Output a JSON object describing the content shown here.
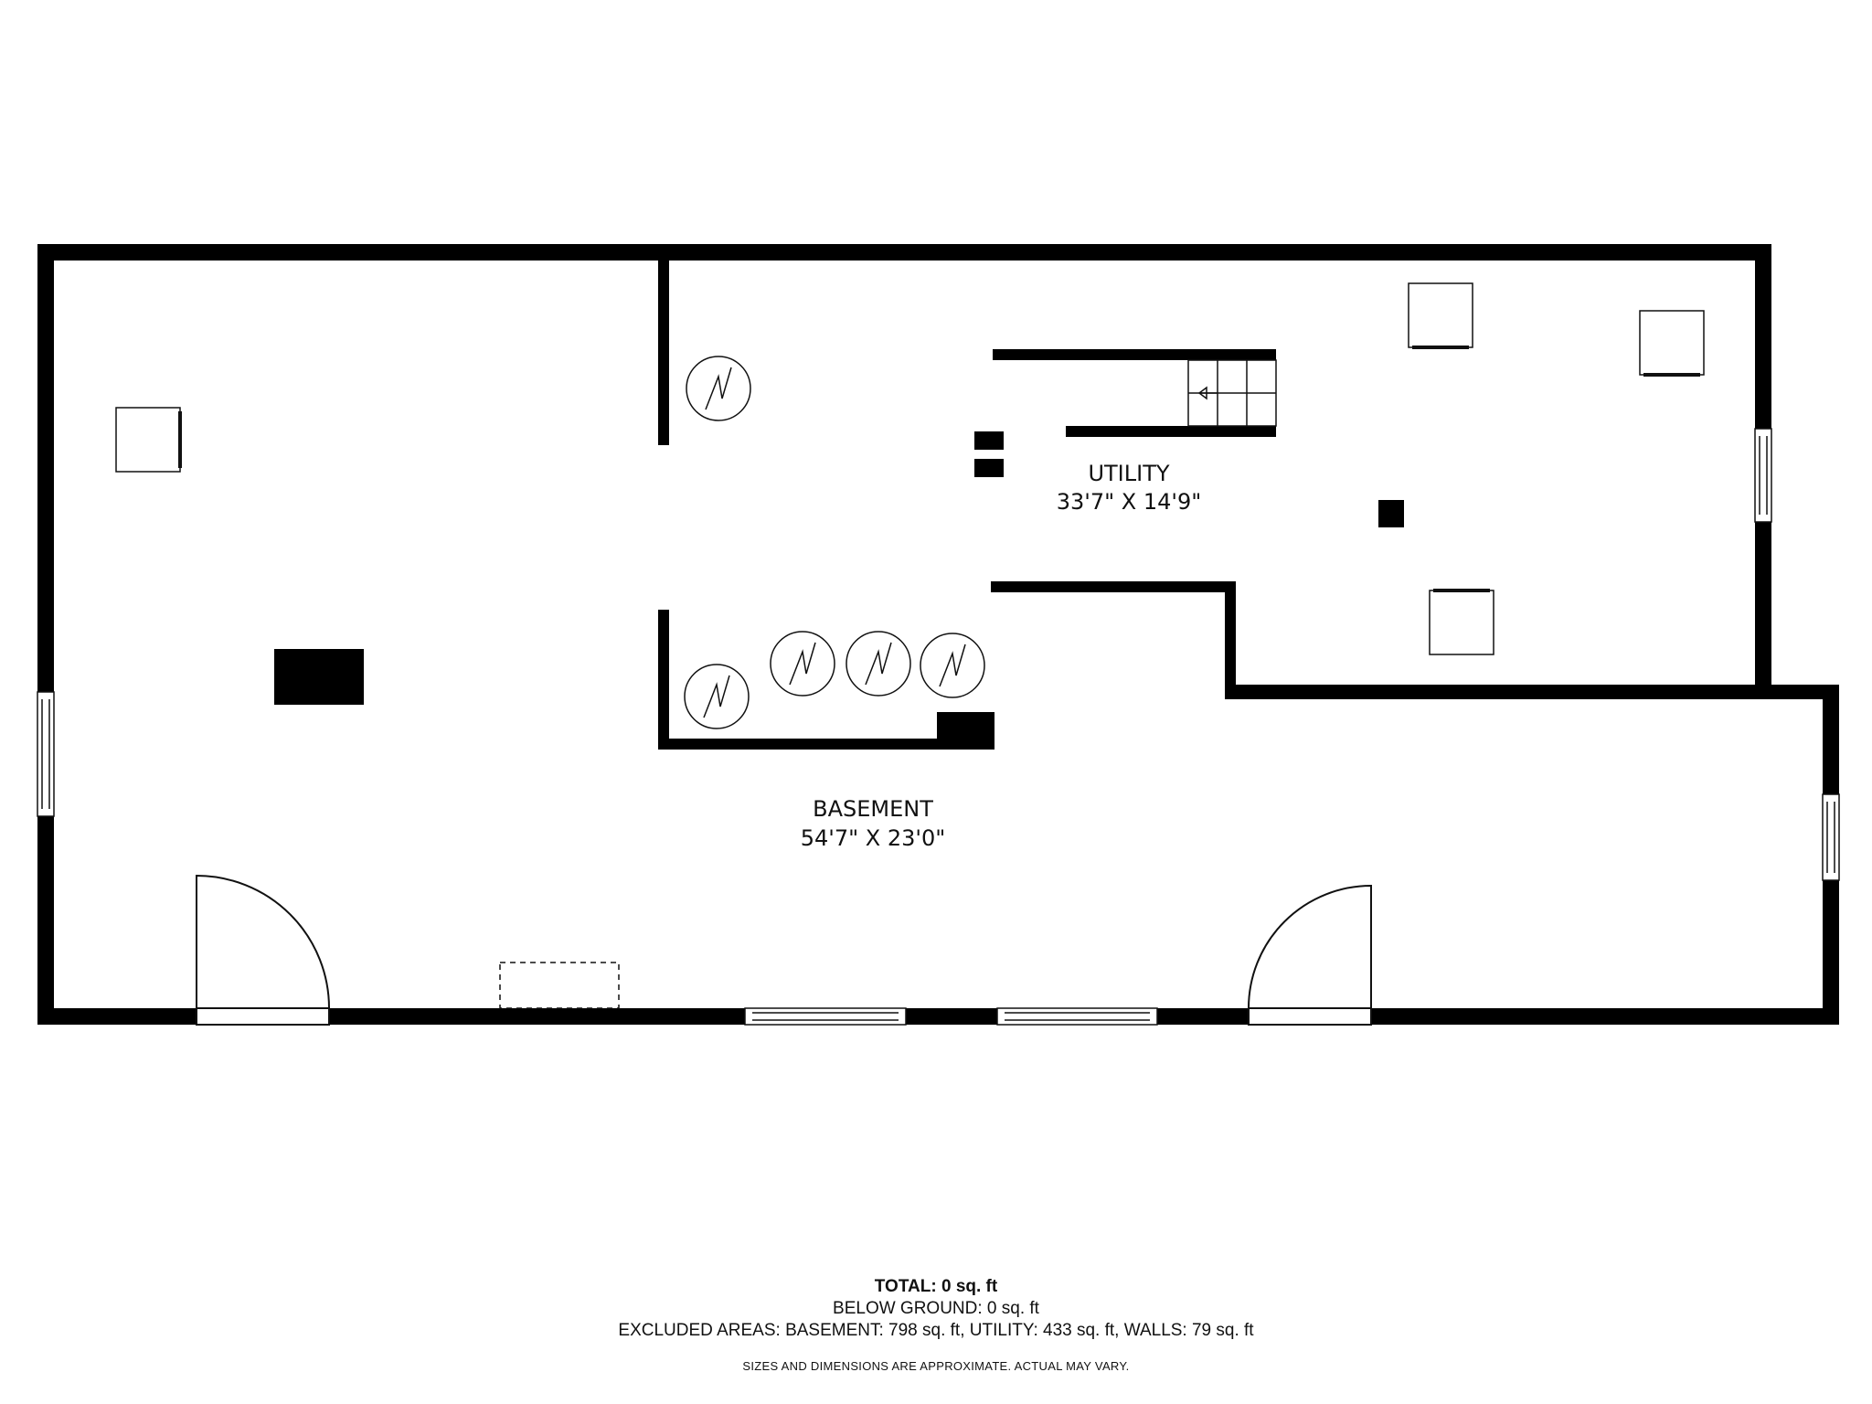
{
  "rooms": {
    "utility": {
      "name": "UTILITY",
      "dimensions": "33'7\" X 14'9\""
    },
    "basement": {
      "name": "BASEMENT",
      "dimensions": "54'7\" X 23'0\""
    }
  },
  "summary": {
    "total": "TOTAL: 0 sq. ft",
    "below_ground": "BELOW GROUND: 0 sq. ft",
    "excluded": "EXCLUDED AREAS: BASEMENT: 798 sq. ft, UTILITY: 433 sq. ft, WALLS: 79 sq. ft",
    "disclaimer": "SIZES AND DIMENSIONS ARE APPROXIMATE. ACTUAL MAY VARY."
  },
  "colors": {
    "wall": "#000000",
    "background": "#ffffff",
    "line": "#111111"
  }
}
